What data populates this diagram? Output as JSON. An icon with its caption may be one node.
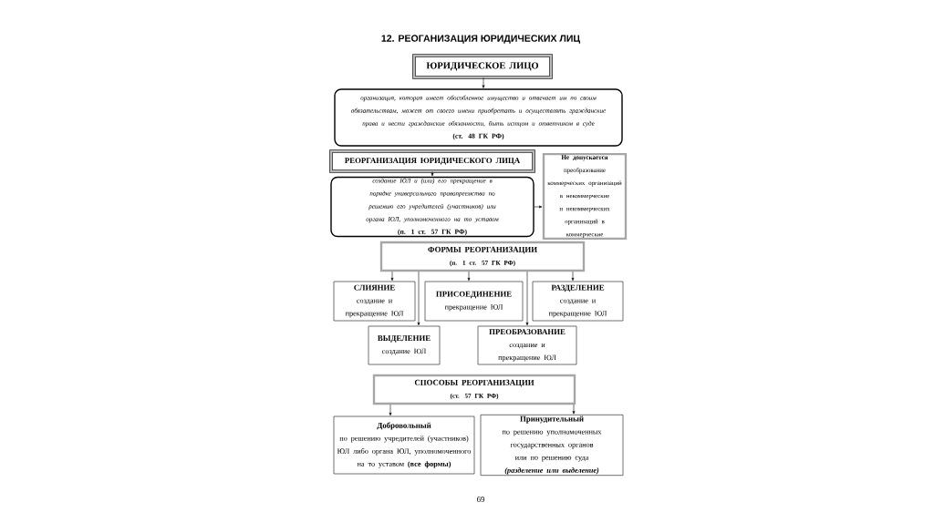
{
  "diagram": {
    "title": "12. РЕОГАНИЗАЦИЯ ЮРИДИЧЕСКИХ ЛИЦ",
    "nodes": [
      {
        "text": [
          "ЮРИДИЧЕСКОЕ ЛИЦО"
        ]
      },
      {
        "text": [
          "организация, которая имеет обособленное имущество и отвечает им по своим обязательствам, может от своего имени приобретать и осуществлять гражданские права и нести гражданские обязанности, быть истцом и ответчиком в суде",
          "(ст. 48 ГК РФ)"
        ]
      },
      {
        "text": [
          "РЕОРГАНИЗАЦИЯ ЮРИДИЧЕСКОГО ЛИЦА"
        ]
      },
      {
        "text": [
          "создание ЮЛ и (или) его прекращение в порядке универсального правопреемства по решению его учредителей (участников) или органа ЮЛ, уполномоченного на то уставом",
          "(п. 1 ст. 57 ГК РФ)"
        ]
      },
      {
        "text": [
          "Не допускается",
          "преобразование коммерческих организаций в некоммерческие и некоммерческих организаций в коммерческие"
        ]
      },
      {
        "text": [
          "ФОРМЫ РЕОРГАНИЗАЦИИ",
          "(п. 1 ст. 57 ГК РФ)"
        ]
      },
      {
        "text": [
          "СЛИЯНИЕ",
          "создание и прекращение ЮЛ"
        ]
      },
      {
        "text": [
          "ПРИСОЕДИНЕНИЕ",
          "прекращение ЮЛ"
        ]
      },
      {
        "text": [
          "РАЗДЕЛЕНИЕ",
          "создание и прекращение ЮЛ"
        ]
      },
      {
        "text": [
          "ВЫДЕЛЕНИЕ",
          "создание ЮЛ"
        ]
      },
      {
        "text": [
          "ПРЕОБРАЗОВАНИЕ",
          "создание и прекращение ЮЛ"
        ]
      },
      {
        "text": [
          "СПОСОБЫ РЕОРГАНИЗАЦИИ",
          "(ст. 57 ГК РФ)"
        ]
      },
      {
        "text": [
          "Добровольный",
          "по решению учредителей (участников) ЮЛ либо органа ЮЛ, уполномоченного на то уставом **(все формы)**"
        ]
      },
      {
        "text": [
          "Принудительный",
          "по решению уполномоченных государственных органов или по решению суда",
          "(разделение или выделение)"
        ]
      }
    ],
    "edges": [
      {
        "from": 0,
        "to": 1,
        "arrow": "to"
      },
      {
        "from": 2,
        "to": 3,
        "arrow": "to"
      },
      {
        "from": 3,
        "to": 4,
        "arrow": "to"
      },
      {
        "from": 5,
        "to": 6,
        "arrow": "to"
      },
      {
        "from": 5,
        "to": 7,
        "arrow": "to"
      },
      {
        "from": 5,
        "to": 8,
        "arrow": "to"
      },
      {
        "from": 5,
        "to": 9,
        "arrow": "to"
      },
      {
        "from": 5,
        "to": 10,
        "arrow": "to"
      },
      {
        "from": 11,
        "to": 12,
        "arrow": "to"
      },
      {
        "from": 11,
        "to": 13,
        "arrow": "to"
      }
    ],
    "labels": [
      "69"
    ]
  }
}
